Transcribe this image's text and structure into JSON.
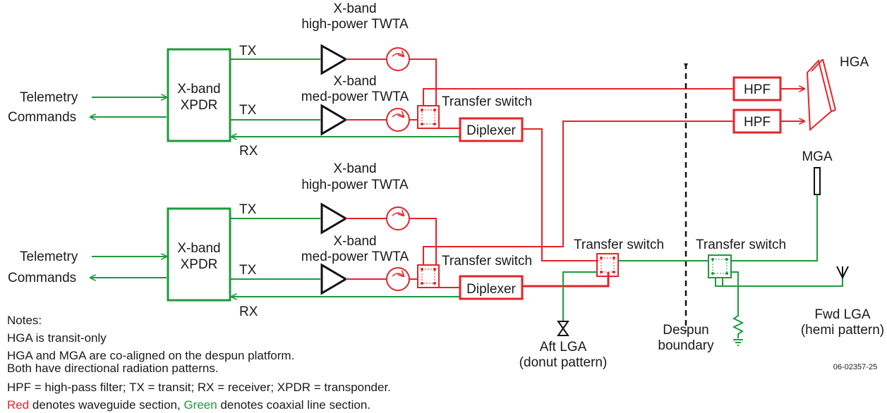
{
  "colors": {
    "waveguide": "#e3242b",
    "coax": "#1e9a3c",
    "ink": "#1a1a1a"
  },
  "xpdr": {
    "line1": "X-band",
    "line2": "XPDR"
  },
  "io": {
    "telemetry": "Telemetry",
    "commands": "Commands"
  },
  "ports": {
    "tx": "TX",
    "rx": "RX"
  },
  "twta": {
    "high_line1": "X-band",
    "high_line2": "high-power TWTA",
    "med_line1": "X-band",
    "med_line2": "med-power TWTA"
  },
  "components": {
    "transfer_switch": "Transfer switch",
    "diplexer": "Diplexer",
    "hpf": "HPF"
  },
  "antennas": {
    "hga": "HGA",
    "mga": "MGA",
    "fwd_lga_line1": "Fwd LGA",
    "fwd_lga_line2": "(hemi pattern)",
    "aft_lga_line1": "Aft LGA",
    "aft_lga_line2": "(donut pattern)"
  },
  "boundary": {
    "line1": "Despun",
    "line2": "boundary"
  },
  "figure_id": "06-02357-25",
  "notes": {
    "title": "Notes:",
    "n1": "HGA is transit-only",
    "n2a": "HGA and MGA are co-aligned on the despun platform.",
    "n2b": "Both have directional radiation patterns.",
    "n3": "HPF = high-pass filter; TX = transit; RX = receiver; XPDR = transponder.",
    "legend_red": "Red",
    "legend_mid": " denotes waveguide section, ",
    "legend_green": "Green",
    "legend_end": " denotes coaxial line section."
  }
}
